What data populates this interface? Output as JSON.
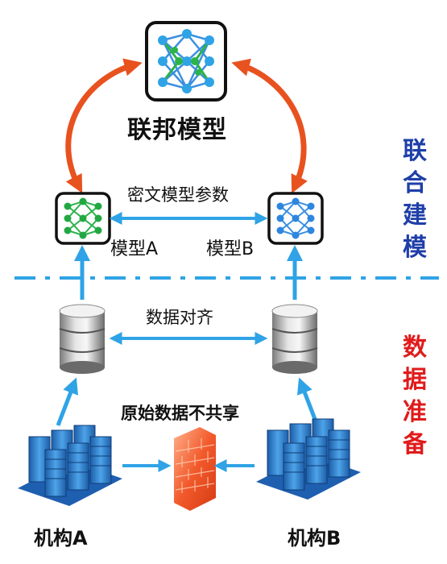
{
  "title": "联邦模型",
  "cipher_label": "密文模型参数",
  "model_a": "模型A",
  "model_b": "模型B",
  "align_label": "数据对齐",
  "no_share_label": "原始数据不共享",
  "org_a": "机构A",
  "org_b": "机构B",
  "side_top": [
    "联",
    "合",
    "建",
    "模"
  ],
  "side_bottom": [
    "数",
    "据",
    "准",
    "备"
  ],
  "colors": {
    "blue_arrow": "#2fa3e6",
    "orange_arrow": "#e8521f",
    "side_top": "#1f3fa8",
    "side_bottom": "#e01b1b",
    "divider": "#2fa3e6",
    "firewall": "#f25a2c"
  },
  "icons": [
    "neural-network-icon",
    "database-icon",
    "server-rack-icon",
    "firewall-icon"
  ]
}
